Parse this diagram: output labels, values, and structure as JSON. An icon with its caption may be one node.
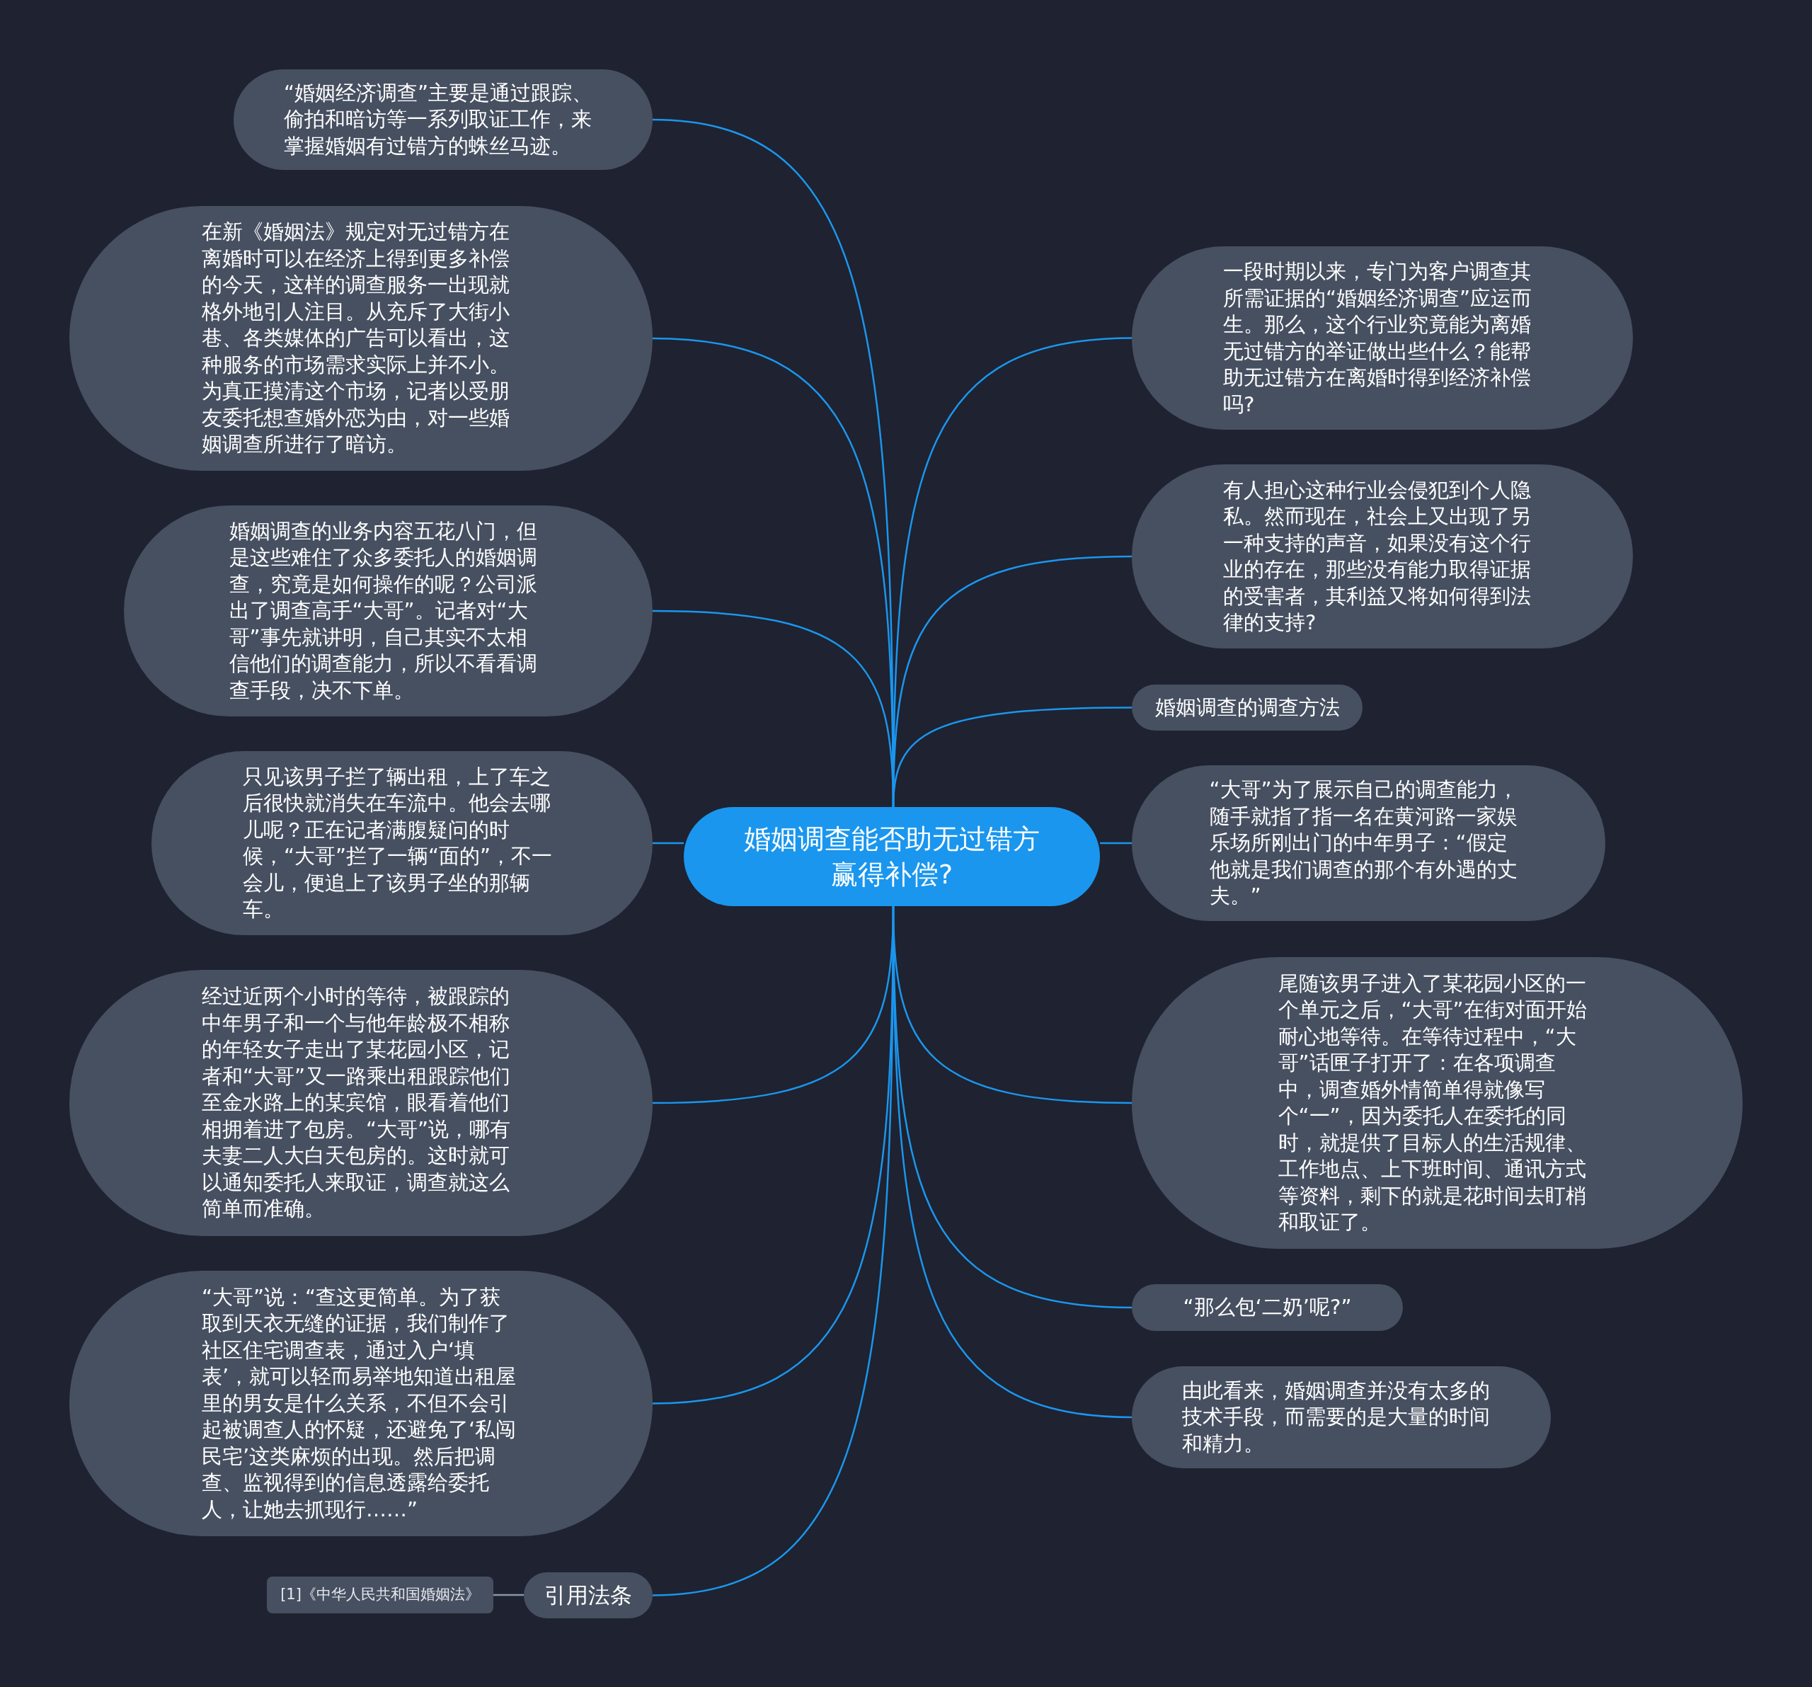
{
  "diagram": {
    "nodes": [
      {
        "text": [
          "婚姻调查能否助无过错方赢得补偿?"
        ]
      },
      {
        "text": [
          "“婚姻经济调查”主要是通过跟踪、偷拍和暗访等一系列取证工作，来掌握婚姻有过错方的蛛丝马迹。"
        ]
      },
      {
        "text": [
          "在新《婚姻法》规定对无过错方在离婚时可以在经济上得到更多补偿的今天，这样的调查服务一出现就格外地引人注目。从充斥了大街小巷、各类媒体的广告可以看出，这种服务的市场需求实际上并不小。为真正摸清这个市场，记者以受朋友委托想查婚外恋为由，对一些婚姻调查所进行了暗访。"
        ]
      },
      {
        "text": [
          "婚姻调查的业务内容五花八门，但是这些难住了众多委托人的婚姻调查，究竟是如何操作的呢？公司派出了调查高手“大哥”。记者对“大哥”事先就讲明，自己其实不太相信他们的调查能力，所以不看看调查手段，决不下单。"
        ]
      },
      {
        "text": [
          "只见该男子拦了辆出租，上了车之后很快就消失在车流中。他会去哪儿呢？正在记者满腹疑问的时候，“大哥”拦了一辆“面的”，不一会儿，便追上了该男子坐的那辆车。"
        ]
      },
      {
        "text": [
          "经过近两个小时的等待，被跟踪的中年男子和一个与他年龄极不相称的年轻女子走出了某花园小区，记者和“大哥”又一路乘出租跟踪他们至金水路上的某宾馆，眼看着他们相拥着进了包房。“大哥”说，哪有夫妻二人大白天包房的。这时就可以通知委托人来取证，调查就这么简单而准确。"
        ]
      },
      {
        "text": [
          "“大哥”说：“查这更简单。为了获取到天衣无缝的证据，我们制作了社区住宅调查表，通过入户‘填表’，就可以轻而易举地知道出租屋里的男女是什么关系，不但不会引起被调查人的怀疑，还避免了‘私闯民宅’这类麻烦的出现。然后把调查、监视得到的信息透露给委托人，让她去抓现行……”"
        ]
      },
      {
        "text": [
          "引用法条"
        ]
      },
      {
        "text": [
          "[1]《中华人民共和国婚姻法》"
        ]
      },
      {
        "text": [
          "一段时期以来，专门为客户调查其所需证据的“婚姻经济调查”应运而生。那么，这个行业究竟能为离婚无过错方的举证做出些什么？能帮助无过错方在离婚时得到经济补偿吗?"
        ]
      },
      {
        "text": [
          "有人担心这种行业会侵犯到个人隐私。然而现在，社会上又出现了另一种支持的声音，如果没有这个行业的存在，那些没有能力取得证据的受害者，其利益又将如何得到法律的支持?"
        ]
      },
      {
        "text": [
          "婚姻调查的调查方法"
        ]
      },
      {
        "text": [
          "“大哥”为了展示自己的调查能力，随手就指了指一名在黄河路一家娱乐场所刚出门的中年男子：“假定他就是我们调查的那个有外遇的丈夫。”"
        ]
      },
      {
        "text": [
          "尾随该男子进入了某花园小区的一个单元之后，“大哥”在街对面开始耐心地等待。在等待过程中，“大哥”话匣子打开了：在各项调查中，调查婚外情简单得就像写个“一”，因为委托人在委托的同时，就提供了目标人的生活规律、工作地点、上下班时间、通讯方式等资料，剩下的就是花时间去盯梢和取证了。"
        ]
      },
      {
        "text": [
          "“那么包‘二奶’呢?”"
        ]
      },
      {
        "text": [
          "由此看来，婚姻调查并没有太多的技术手段，而需要的是大量的时间和精力。"
        ]
      }
    ],
    "edges": [
      {
        "from": 0,
        "to": 1,
        "arrow": "none"
      },
      {
        "from": 0,
        "to": 2,
        "arrow": "none"
      },
      {
        "from": 0,
        "to": 3,
        "arrow": "none"
      },
      {
        "from": 0,
        "to": 4,
        "arrow": "none"
      },
      {
        "from": 0,
        "to": 5,
        "arrow": "none"
      },
      {
        "from": 0,
        "to": 6,
        "arrow": "none"
      },
      {
        "from": 0,
        "to": 7,
        "arrow": "none"
      },
      {
        "from": 7,
        "to": 8,
        "arrow": "none",
        "color": "#8797ab"
      },
      {
        "from": 0,
        "to": 9,
        "arrow": "none"
      },
      {
        "from": 0,
        "to": 10,
        "arrow": "none"
      },
      {
        "from": 0,
        "to": 11,
        "arrow": "none"
      },
      {
        "from": 0,
        "to": 12,
        "arrow": "none"
      },
      {
        "from": 0,
        "to": 13,
        "arrow": "none"
      },
      {
        "from": 0,
        "to": 14,
        "arrow": "none"
      },
      {
        "from": 0,
        "to": 15,
        "arrow": "none"
      }
    ]
  }
}
